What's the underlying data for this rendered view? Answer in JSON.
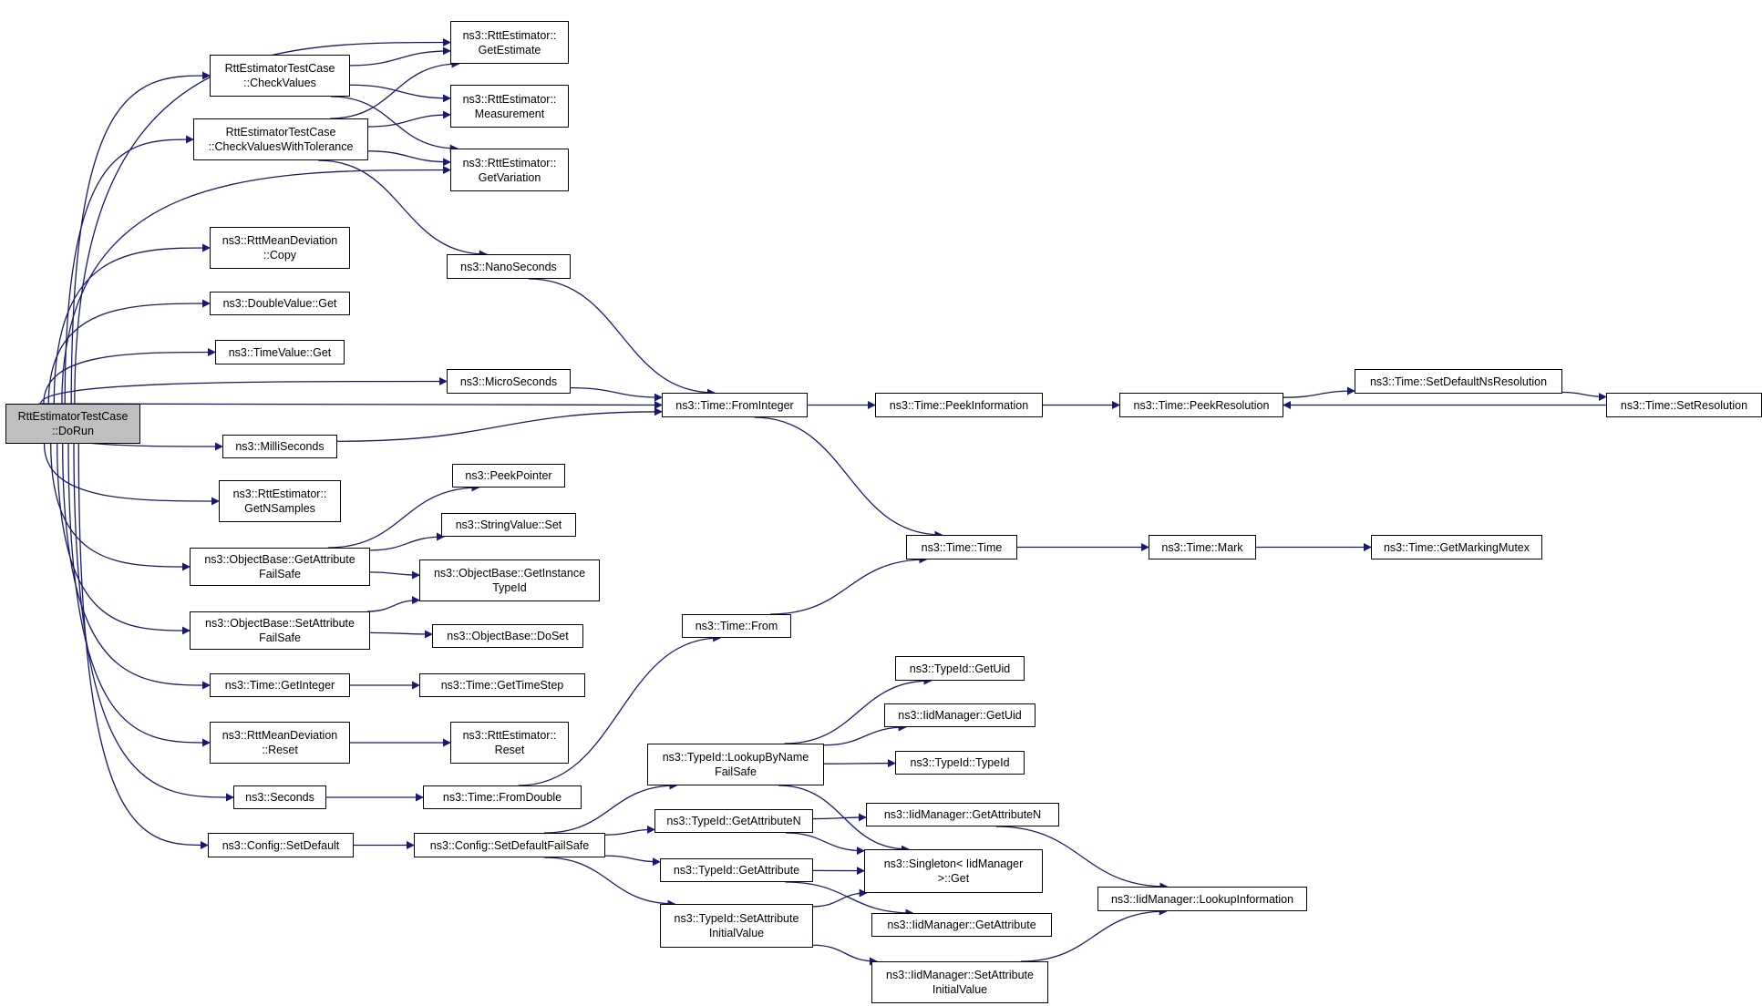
{
  "colors": {
    "edge": "#191970",
    "root_fill": "#bfbfbf",
    "node_fill": "#ffffff",
    "node_border": "#000000"
  },
  "nodes": {
    "doRun": {
      "lines": [
        "RttEstimatorTestCase",
        "::DoRun"
      ],
      "root": true
    },
    "checkValues": {
      "lines": [
        "RttEstimatorTestCase",
        "::CheckValues"
      ]
    },
    "checkValuesTol": {
      "lines": [
        "RttEstimatorTestCase",
        "::CheckValuesWithTolerance"
      ]
    },
    "getEstimate": {
      "lines": [
        "ns3::RttEstimator::",
        "GetEstimate"
      ]
    },
    "measurement": {
      "lines": [
        "ns3::RttEstimator::",
        "Measurement"
      ]
    },
    "getVariation": {
      "lines": [
        "ns3::RttEstimator::",
        "GetVariation"
      ]
    },
    "copy": {
      "lines": [
        "ns3::RttMeanDeviation",
        "::Copy"
      ]
    },
    "doubleGet": {
      "lines": [
        "ns3::DoubleValue::Get"
      ]
    },
    "timeValueGet": {
      "lines": [
        "ns3::TimeValue::Get"
      ]
    },
    "nanoSeconds": {
      "lines": [
        "ns3::NanoSeconds"
      ]
    },
    "microSeconds": {
      "lines": [
        "ns3::MicroSeconds"
      ]
    },
    "milliSeconds": {
      "lines": [
        "ns3::MilliSeconds"
      ]
    },
    "getNSamples": {
      "lines": [
        "ns3::RttEstimator::",
        "GetNSamples"
      ]
    },
    "getAttrFailSafe": {
      "lines": [
        "ns3::ObjectBase::GetAttribute",
        "FailSafe"
      ]
    },
    "setAttrFailSafe": {
      "lines": [
        "ns3::ObjectBase::SetAttribute",
        "FailSafe"
      ]
    },
    "peekPointer": {
      "lines": [
        "ns3::PeekPointer"
      ]
    },
    "stringValueSet": {
      "lines": [
        "ns3::StringValue::Set"
      ]
    },
    "getInstanceTypeId": {
      "lines": [
        "ns3::ObjectBase::GetInstance",
        "TypeId"
      ]
    },
    "doSet": {
      "lines": [
        "ns3::ObjectBase::DoSet"
      ]
    },
    "timeGetInteger": {
      "lines": [
        "ns3::Time::GetInteger"
      ]
    },
    "getTimeStep": {
      "lines": [
        "ns3::Time::GetTimeStep"
      ]
    },
    "meanDevReset": {
      "lines": [
        "ns3::RttMeanDeviation",
        "::Reset"
      ]
    },
    "estimatorReset": {
      "lines": [
        "ns3::RttEstimator::",
        "Reset"
      ]
    },
    "seconds": {
      "lines": [
        "ns3::Seconds"
      ]
    },
    "fromDouble": {
      "lines": [
        "ns3::Time::FromDouble"
      ]
    },
    "configSetDefault": {
      "lines": [
        "ns3::Config::SetDefault"
      ]
    },
    "configSetDefaultFailSafe": {
      "lines": [
        "ns3::Config::SetDefaultFailSafe"
      ]
    },
    "fromInteger": {
      "lines": [
        "ns3::Time::FromInteger"
      ]
    },
    "peekInformation": {
      "lines": [
        "ns3::Time::PeekInformation"
      ]
    },
    "peekResolution": {
      "lines": [
        "ns3::Time::PeekResolution"
      ]
    },
    "setDefaultNsResolution": {
      "lines": [
        "ns3::Time::SetDefaultNsResolution"
      ]
    },
    "setResolution": {
      "lines": [
        "ns3::Time::SetResolution"
      ]
    },
    "timeTime": {
      "lines": [
        "ns3::Time::Time"
      ]
    },
    "timeMark": {
      "lines": [
        "ns3::Time::Mark"
      ]
    },
    "getMarkingMutex": {
      "lines": [
        "ns3::Time::GetMarkingMutex"
      ]
    },
    "timeFrom": {
      "lines": [
        "ns3::Time::From"
      ]
    },
    "lookupByName": {
      "lines": [
        "ns3::TypeId::LookupByName",
        "FailSafe"
      ]
    },
    "typeIdGetUid": {
      "lines": [
        "ns3::TypeId::GetUid"
      ]
    },
    "iidGetUid": {
      "lines": [
        "ns3::IidManager::GetUid"
      ]
    },
    "typeIdTypeId": {
      "lines": [
        "ns3::TypeId::TypeId"
      ]
    },
    "typeIdGetAttributeN": {
      "lines": [
        "ns3::TypeId::GetAttributeN"
      ]
    },
    "iidGetAttributeN": {
      "lines": [
        "ns3::IidManager::GetAttributeN"
      ]
    },
    "typeIdGetAttribute": {
      "lines": [
        "ns3::TypeId::GetAttribute"
      ]
    },
    "singletonGet": {
      "lines": [
        "ns3::Singleton< IidManager",
        ">::Get"
      ]
    },
    "lookupInformation": {
      "lines": [
        "ns3::IidManager::LookupInformation"
      ]
    },
    "typeIdSetAttrInitial": {
      "lines": [
        "ns3::TypeId::SetAttribute",
        "InitialValue"
      ]
    },
    "iidGetAttribute": {
      "lines": [
        "ns3::IidManager::GetAttribute"
      ]
    },
    "iidSetAttrInitial": {
      "lines": [
        "ns3::IidManager::SetAttribute",
        "InitialValue"
      ]
    }
  },
  "edges": [
    [
      "doRun",
      "getEstimate"
    ],
    [
      "doRun",
      "checkValues"
    ],
    [
      "doRun",
      "checkValuesTol"
    ],
    [
      "doRun",
      "getVariation"
    ],
    [
      "doRun",
      "copy"
    ],
    [
      "doRun",
      "doubleGet"
    ],
    [
      "doRun",
      "timeValueGet"
    ],
    [
      "doRun",
      "microSeconds"
    ],
    [
      "doRun",
      "fromInteger"
    ],
    [
      "doRun",
      "milliSeconds"
    ],
    [
      "doRun",
      "getNSamples"
    ],
    [
      "doRun",
      "getAttrFailSafe"
    ],
    [
      "doRun",
      "setAttrFailSafe"
    ],
    [
      "doRun",
      "timeGetInteger"
    ],
    [
      "doRun",
      "meanDevReset"
    ],
    [
      "doRun",
      "seconds"
    ],
    [
      "doRun",
      "configSetDefault"
    ],
    [
      "checkValues",
      "getEstimate"
    ],
    [
      "checkValues",
      "measurement"
    ],
    [
      "checkValues",
      "getVariation"
    ],
    [
      "checkValuesTol",
      "getEstimate"
    ],
    [
      "checkValuesTol",
      "measurement"
    ],
    [
      "checkValuesTol",
      "getVariation"
    ],
    [
      "checkValuesTol",
      "nanoSeconds"
    ],
    [
      "nanoSeconds",
      "fromInteger"
    ],
    [
      "microSeconds",
      "fromInteger"
    ],
    [
      "milliSeconds",
      "fromInteger"
    ],
    [
      "getAttrFailSafe",
      "peekPointer"
    ],
    [
      "getAttrFailSafe",
      "stringValueSet"
    ],
    [
      "getAttrFailSafe",
      "getInstanceTypeId"
    ],
    [
      "setAttrFailSafe",
      "getInstanceTypeId"
    ],
    [
      "setAttrFailSafe",
      "doSet"
    ],
    [
      "timeGetInteger",
      "getTimeStep"
    ],
    [
      "meanDevReset",
      "estimatorReset"
    ],
    [
      "seconds",
      "fromDouble"
    ],
    [
      "fromDouble",
      "timeFrom"
    ],
    [
      "timeFrom",
      "timeTime"
    ],
    [
      "configSetDefault",
      "configSetDefaultFailSafe"
    ],
    [
      "configSetDefaultFailSafe",
      "lookupByName"
    ],
    [
      "configSetDefaultFailSafe",
      "typeIdGetAttributeN"
    ],
    [
      "configSetDefaultFailSafe",
      "typeIdGetAttribute"
    ],
    [
      "configSetDefaultFailSafe",
      "typeIdSetAttrInitial"
    ],
    [
      "fromInteger",
      "peekInformation"
    ],
    [
      "fromInteger",
      "timeTime"
    ],
    [
      "peekInformation",
      "peekResolution"
    ],
    [
      "peekResolution",
      "setDefaultNsResolution"
    ],
    [
      "setDefaultNsResolution",
      "setResolution"
    ],
    [
      "setResolution",
      "peekResolution"
    ],
    [
      "timeTime",
      "timeMark"
    ],
    [
      "timeMark",
      "getMarkingMutex"
    ],
    [
      "lookupByName",
      "typeIdGetUid"
    ],
    [
      "lookupByName",
      "iidGetUid"
    ],
    [
      "lookupByName",
      "typeIdTypeId"
    ],
    [
      "lookupByName",
      "singletonGet"
    ],
    [
      "typeIdGetAttributeN",
      "iidGetAttributeN"
    ],
    [
      "typeIdGetAttributeN",
      "singletonGet"
    ],
    [
      "iidGetAttributeN",
      "lookupInformation"
    ],
    [
      "typeIdGetAttribute",
      "singletonGet"
    ],
    [
      "typeIdGetAttribute",
      "iidGetAttribute"
    ],
    [
      "typeIdSetAttrInitial",
      "singletonGet"
    ],
    [
      "typeIdSetAttrInitial",
      "iidSetAttrInitial"
    ],
    [
      "iidSetAttrInitial",
      "lookupInformation"
    ]
  ]
}
